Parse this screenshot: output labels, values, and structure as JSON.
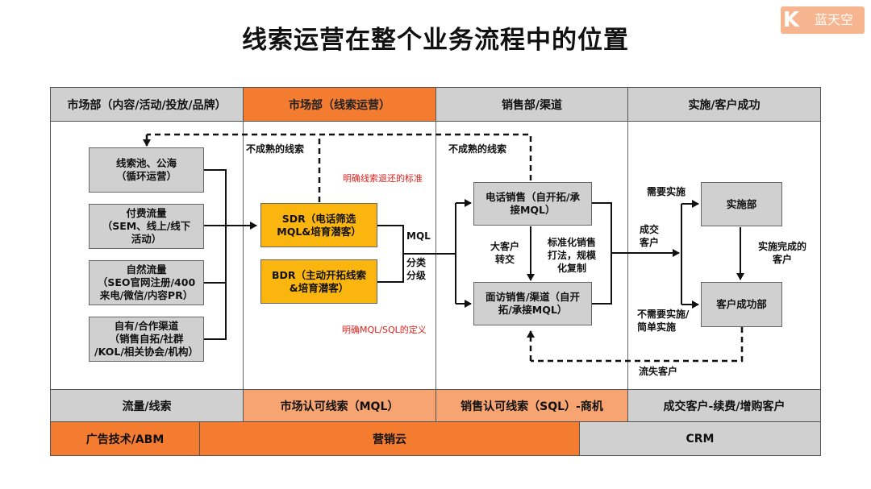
{
  "title": "线索运营在整个业务流程中的位置",
  "logo": {
    "mark": "K",
    "text": "蓝天空"
  },
  "headers": [
    "市场部（内容/活动/投放/品牌）",
    "市场部（线索运营）",
    "销售部/渠道",
    "实施/客户成功"
  ],
  "stage_labels": [
    "流量/线索",
    "市场认可线索（MQL）",
    "销售认可线索（SQL）-商机",
    "成交客户-续费/增购客户"
  ],
  "platforms": [
    "广告技术/ABM",
    "营销云",
    "CRM"
  ],
  "sources": [
    {
      "line1": "线索池、公海",
      "line2": "（循环运营）",
      "line3": ""
    },
    {
      "line1": "付费流量",
      "line2": "（SEM、线上/线下",
      "line3": "活动）"
    },
    {
      "line1": "自然流量",
      "line2": "（SEO官网注册/400",
      "line3": "来电/微信/内容PR）"
    },
    {
      "line1": "自有/合作渠道",
      "line2": "（销售自拓/社群",
      "line3": "/KOL/相关协会/机构）"
    }
  ],
  "sdr": {
    "line1": "SDR（电话筛选",
    "line2": "MQL&培育潜客）"
  },
  "bdr": {
    "line1": "BDR（主动开拓线索",
    "line2": "&培育潜客）"
  },
  "phone_sales": {
    "line1": "电话销售（自开拓/承",
    "line2": "接MQL）"
  },
  "field_sales": {
    "line1": "面访销售/渠道（自开",
    "line2": "拓/承接MQL）"
  },
  "implementation": "实施部",
  "customer_success": "客户成功部",
  "labels": {
    "immature_left": "不成熟的线索",
    "immature_right": "不成熟的线索",
    "return_standard": "明确线索退还的标准",
    "mql_definition": "明确MQL/SQL的定义",
    "mql": "MQL",
    "classify_1": "分类",
    "classify_2": "分级",
    "big_client_1": "大客户",
    "big_client_2": "转交",
    "standard_1": "标准化销售",
    "standard_2": "打法，规模",
    "standard_3": "化复制",
    "need_impl": "需要实施",
    "deal_1": "成交",
    "deal_2": "客户",
    "impl_done_1": "实施完成的",
    "impl_done_2": "客户",
    "no_impl_1": "不需要实施/",
    "no_impl_2": "简单实施",
    "lost": "流失客户"
  }
}
